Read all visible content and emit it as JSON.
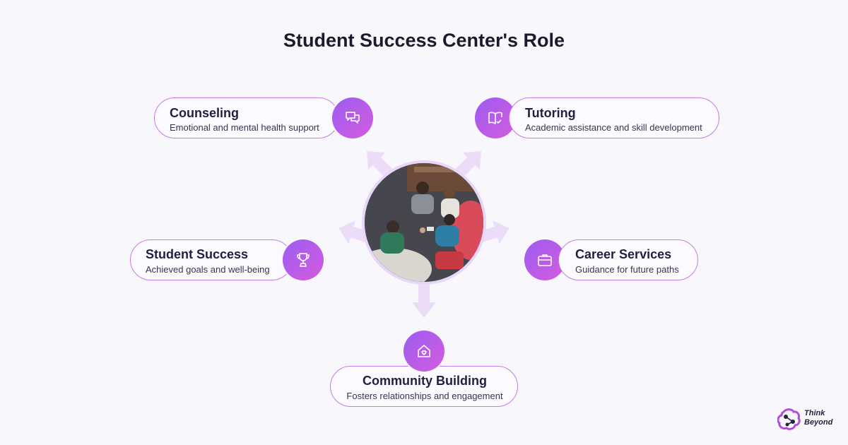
{
  "title": "Student Success Center's Role",
  "nodes": [
    {
      "id": "counseling",
      "title": "Counseling",
      "subtitle": "Emotional and mental health support",
      "icon": "chat-icon"
    },
    {
      "id": "tutoring",
      "title": "Tutoring",
      "subtitle": "Academic assistance and skill development",
      "icon": "book-check-icon"
    },
    {
      "id": "student-success",
      "title": "Student Success",
      "subtitle": "Achieved goals and well-being",
      "icon": "trophy-icon"
    },
    {
      "id": "career-services",
      "title": "Career Services",
      "subtitle": "Guidance for future paths",
      "icon": "briefcase-icon"
    },
    {
      "id": "community-building",
      "title": "Community Building",
      "subtitle": "Fosters relationships and engagement",
      "icon": "home-heart-icon"
    }
  ],
  "center_image": "students-group-photo",
  "logo": {
    "line1": "Think",
    "line2": "Beyond"
  },
  "colors": {
    "accent_start": "#9c5cf0",
    "accent_end": "#d45ce0",
    "border": "#c77be3",
    "arrow": "#ecdcf8",
    "background": "#f8f7fc"
  }
}
